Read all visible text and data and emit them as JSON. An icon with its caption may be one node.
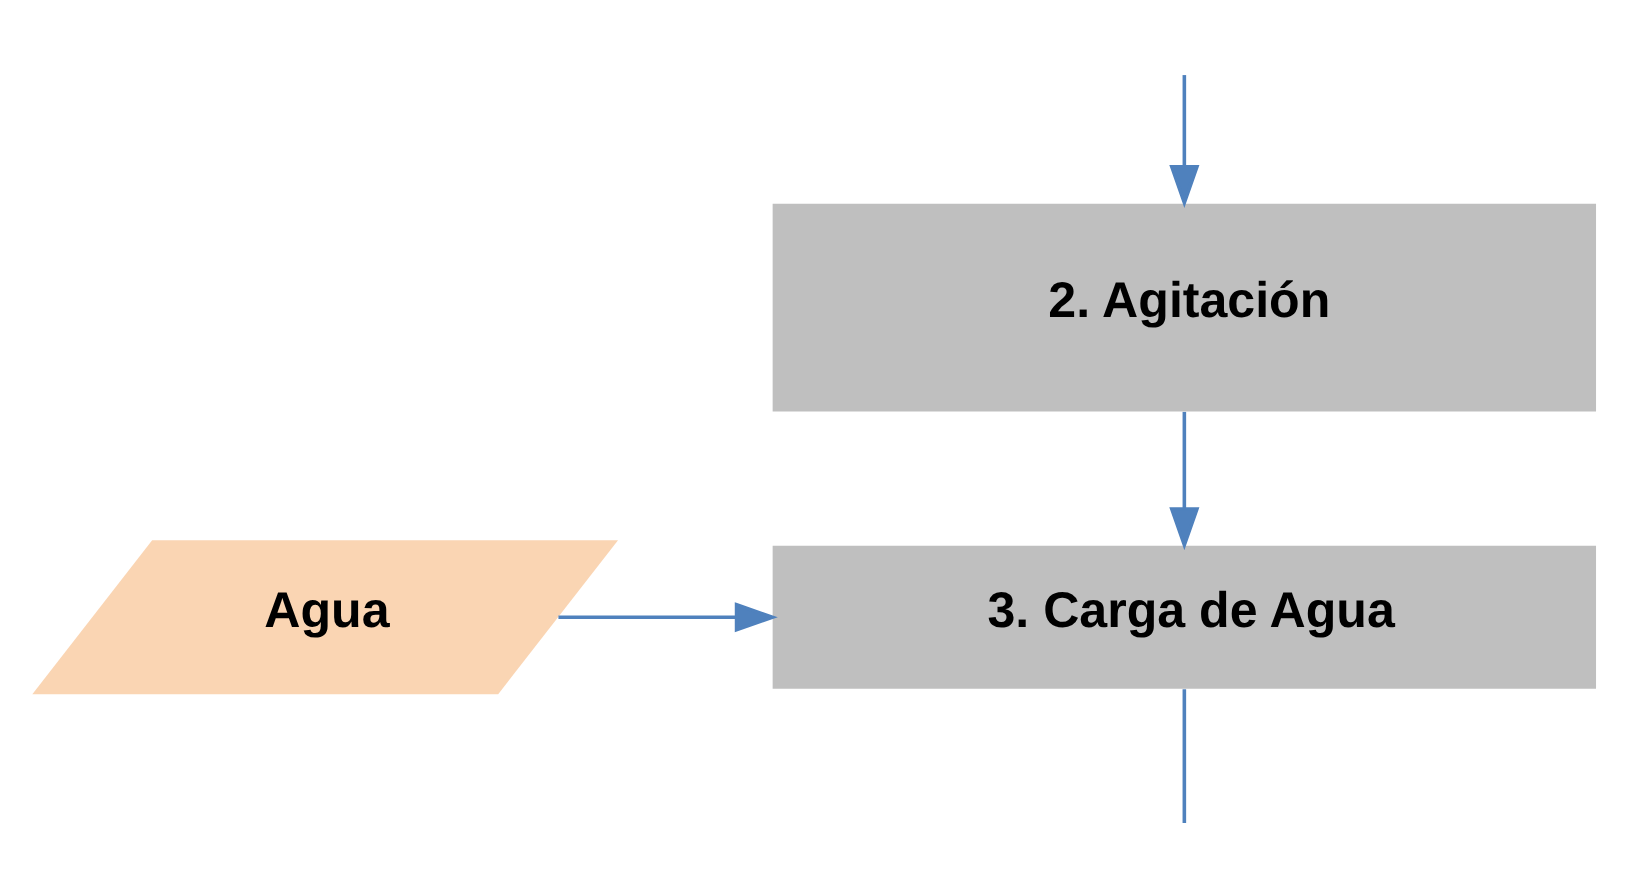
{
  "diagram": {
    "nodes": [
      {
        "text": [
          "2. Agitación"
        ]
      },
      {
        "text": [
          "Agua"
        ]
      },
      {
        "text": [
          "3. Carga de Agua"
        ]
      }
    ],
    "edges": [
      {
        "from": null,
        "to": 0,
        "arrow": "to"
      },
      {
        "from": 0,
        "to": 2,
        "arrow": "to"
      },
      {
        "from": 1,
        "to": 2,
        "arrow": "to"
      },
      {
        "from": 2,
        "to": null,
        "arrow": "none"
      }
    ]
  }
}
